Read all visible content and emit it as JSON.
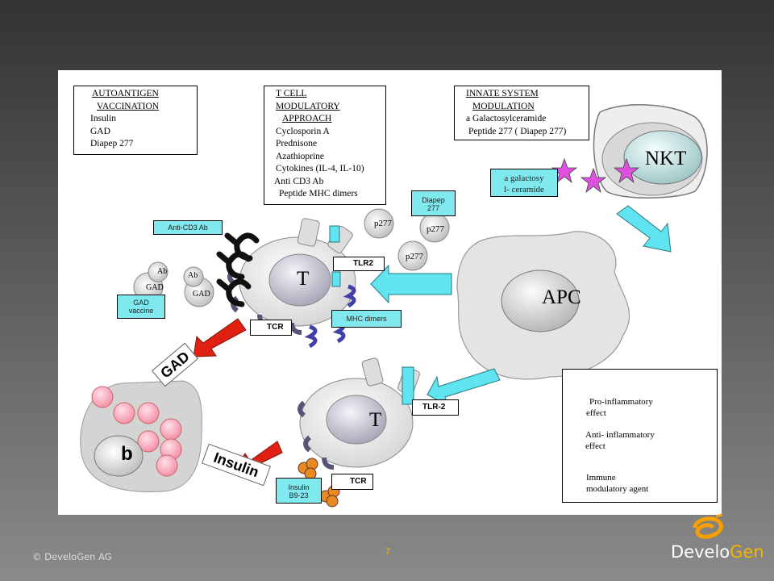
{
  "boxes": {
    "autoantigen": {
      "title1": "AUTOANTIGEN",
      "title2": "VACCINATION",
      "items": [
        "Insulin",
        "GAD",
        "Diapep 277"
      ]
    },
    "tcell": {
      "title1": "T CELL",
      "title2": "MODULATORY",
      "title3": "APPROACH",
      "items": [
        "Cyclosporin A",
        "Prednisone",
        "Azathioprine",
        "Cytokines (IL-4, IL-10)",
        "Anti CD3 Ab",
        "Peptide MHC dimers"
      ]
    },
    "innate": {
      "title1": "INNATE SYSTEM",
      "title2": "MODULATION",
      "items": [
        "a Galactosylceramide",
        "Peptide 277 ( Diapep 277)"
      ]
    }
  },
  "cells": {
    "nkt": "NKT",
    "apc": "APC",
    "t_upper": "T",
    "t_lower": "T",
    "beta": "b"
  },
  "labels": {
    "anti_cd3_ab": "Anti-CD3 Ab",
    "gad_vaccine": [
      "GAD",
      "vaccine"
    ],
    "tlr2_upper": "TLR2",
    "tlr2_lower": "TLR-2",
    "mhc_dimers": "MHC dimers",
    "tcr_upper": "TCR",
    "tcr_lower": "TCR",
    "diapep_277": [
      "Diapep",
      "277"
    ],
    "galactosyl": [
      "a galactosy",
      "l- ceramide"
    ],
    "insulin_b9": [
      "Insulin",
      "B9-23"
    ],
    "p277": [
      "p277",
      "p277",
      "p277"
    ],
    "ab_gad": [
      {
        "ab": "Ab",
        "gad": "GAD"
      },
      {
        "ab": "Ab",
        "gad": "GAD"
      }
    ],
    "gad_arrow": "GAD",
    "insulin_arrow": "Insulin"
  },
  "legend": {
    "pro": [
      "Pro-inflammatory",
      "effect"
    ],
    "anti": [
      "Anti- inflammatory",
      "effect"
    ],
    "immune": [
      "Immune",
      "modulatory agent"
    ]
  },
  "colors": {
    "pro": "#e02010",
    "anti": "#5fe4f0",
    "apc": "#e0e0e0",
    "cell_core": "#b8b8c8",
    "nkt_core": "#b8d6d6",
    "star": "#e040e0",
    "beta_pink": "#f7a8b8"
  },
  "footer": {
    "copyright": "© DeveloGen AG",
    "page": "7",
    "logo_a": "Develo",
    "logo_b": "Gen"
  }
}
